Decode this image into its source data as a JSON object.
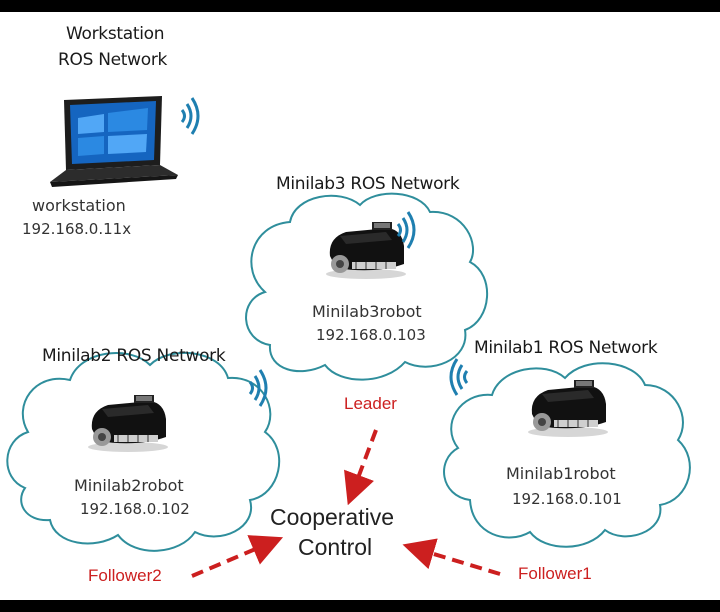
{
  "workstation": {
    "network_title_line1": "Workstation",
    "network_title_line2": "ROS Network",
    "name": "workstation",
    "ip": "192.168.0.11x"
  },
  "minilab3": {
    "network": "Minilab3 ROS Network",
    "robot": "Minilab3robot",
    "ip": "192.168.0.103",
    "role": "Leader"
  },
  "minilab2": {
    "network": "Minilab2 ROS Network",
    "robot": "Minilab2robot",
    "ip": "192.168.0.102",
    "role": "Follower2"
  },
  "minilab1": {
    "network": "Minilab1 ROS Network",
    "robot": "Minilab1robot",
    "ip": "192.168.0.101",
    "role": "Follower1"
  },
  "center": {
    "line1": "Cooperative",
    "line2": "Control"
  },
  "colors": {
    "cloud_stroke": "#2f8e9c",
    "arrow": "#cc1f1f",
    "wifi": "#1f7fb0",
    "background": "#ffffff",
    "frame": "#000000"
  },
  "icons": [
    "laptop-icon",
    "robot-icon",
    "wifi-icon",
    "cloud-icon",
    "dashed-arrow-icon"
  ]
}
